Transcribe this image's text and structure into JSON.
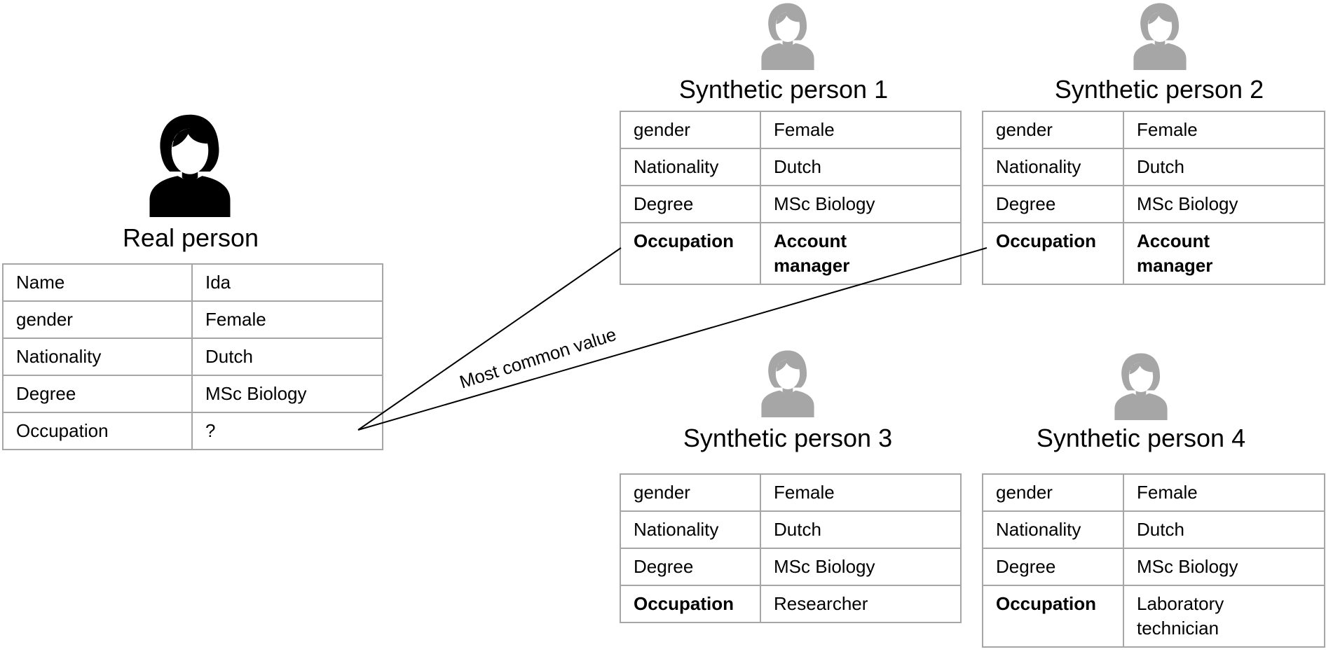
{
  "real_person": {
    "title": "Real person",
    "icon": "person-icon",
    "icon_color": "#000000",
    "rows": [
      {
        "key": "Name",
        "value": "Ida"
      },
      {
        "key": "gender",
        "value": "Female"
      },
      {
        "key": "Nationality",
        "value": "Dutch"
      },
      {
        "key": "Degree",
        "value": "MSc Biology"
      },
      {
        "key": "Occupation",
        "value": "?"
      }
    ]
  },
  "synthetic_persons": [
    {
      "title": "Synthetic person 1",
      "icon": "person-icon",
      "icon_color": "#a6a6a6",
      "rows": [
        {
          "key": "gender",
          "value": "Female"
        },
        {
          "key": "Nationality",
          "value": "Dutch"
        },
        {
          "key": "Degree",
          "value": "MSc Biology"
        },
        {
          "key": "Occupation",
          "value": "Account manager",
          "value_line1": "Account",
          "value_line2": "manager"
        }
      ]
    },
    {
      "title": "Synthetic person 2",
      "icon": "person-icon",
      "icon_color": "#a6a6a6",
      "rows": [
        {
          "key": "gender",
          "value": "Female"
        },
        {
          "key": "Nationality",
          "value": "Dutch"
        },
        {
          "key": "Degree",
          "value": "MSc Biology"
        },
        {
          "key": "Occupation",
          "value": "Account manager",
          "value_line1": "Account",
          "value_line2": "manager"
        }
      ]
    },
    {
      "title": "Synthetic person 3",
      "icon": "person-icon",
      "icon_color": "#a6a6a6",
      "rows": [
        {
          "key": "gender",
          "value": "Female"
        },
        {
          "key": "Nationality",
          "value": "Dutch"
        },
        {
          "key": "Degree",
          "value": "MSc Biology"
        },
        {
          "key": "Occupation",
          "value": "Researcher"
        }
      ]
    },
    {
      "title": "Synthetic person 4",
      "icon": "person-icon",
      "icon_color": "#a6a6a6",
      "rows": [
        {
          "key": "gender",
          "value": "Female"
        },
        {
          "key": "Nationality",
          "value": "Dutch"
        },
        {
          "key": "Degree",
          "value": "MSc Biology"
        },
        {
          "key": "Occupation",
          "value": "Laboratory technician",
          "value_line1": "Laboratory",
          "value_line2": "technician"
        }
      ]
    }
  ],
  "annotation": {
    "label": "Most common value"
  },
  "colors": {
    "border": "#a6a6a6",
    "real_icon": "#000000",
    "synthetic_icon": "#a6a6a6"
  }
}
